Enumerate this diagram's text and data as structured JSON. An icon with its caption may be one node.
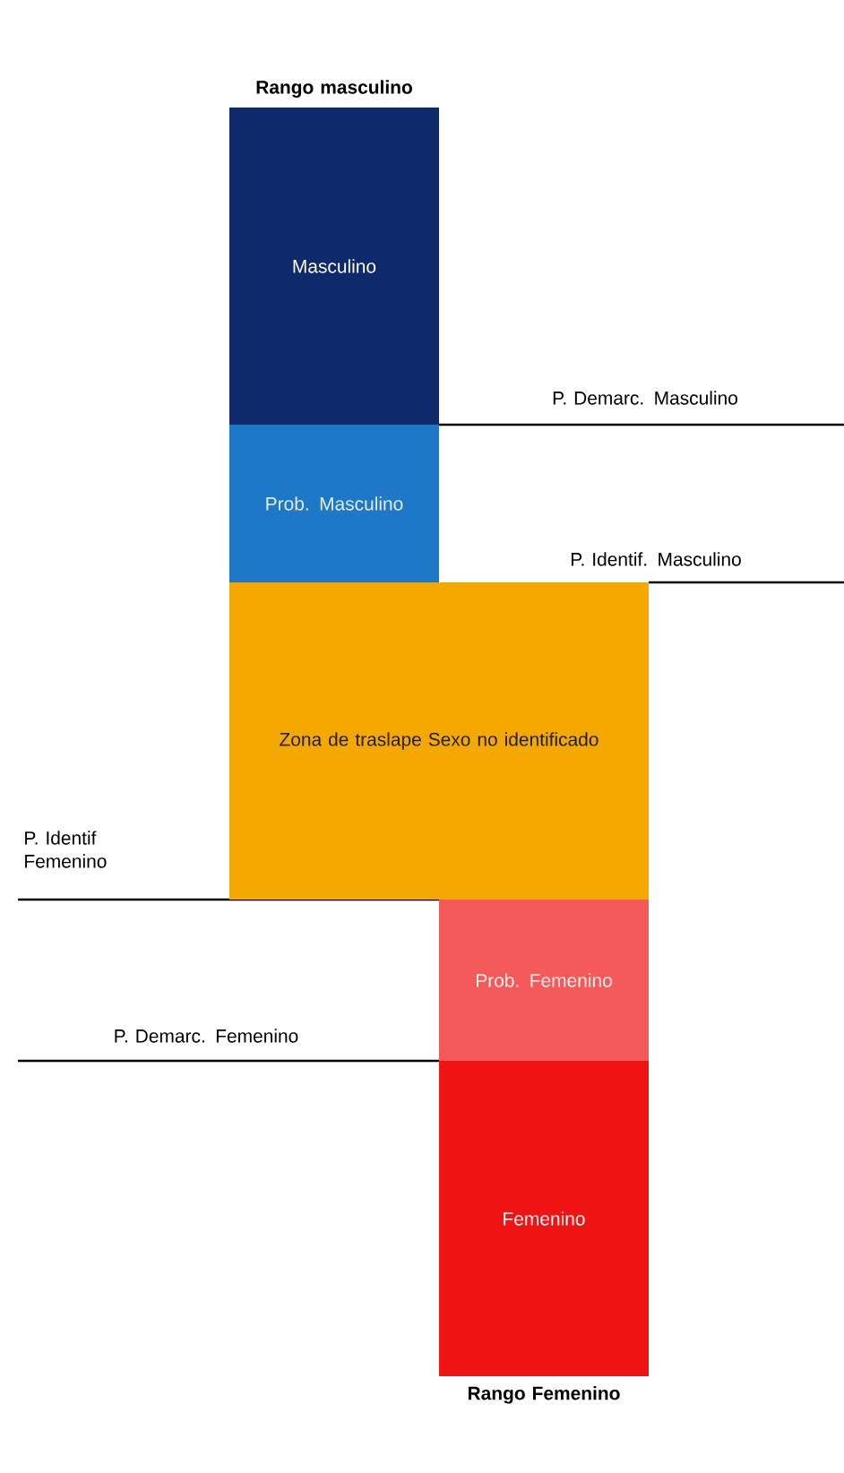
{
  "diagram": {
    "nodes": [
      {
        "text": [
          "Masculino"
        ],
        "beside": [
          "Rango masculino"
        ]
      },
      {
        "text": [
          "Prob. Masculino"
        ]
      },
      {
        "text": [
          "Zona de traslape Sexo no identificado"
        ]
      },
      {
        "text": [
          "Prob. Femenino"
        ]
      },
      {
        "text": [
          "Femenino"
        ],
        "beside": [
          "Rango Femenino"
        ]
      }
    ],
    "labels": [
      "P. Demarc. Masculino",
      "P. Identif. Masculino",
      "P. Identif Femenino",
      "P. Demarc. Femenino"
    ]
  }
}
